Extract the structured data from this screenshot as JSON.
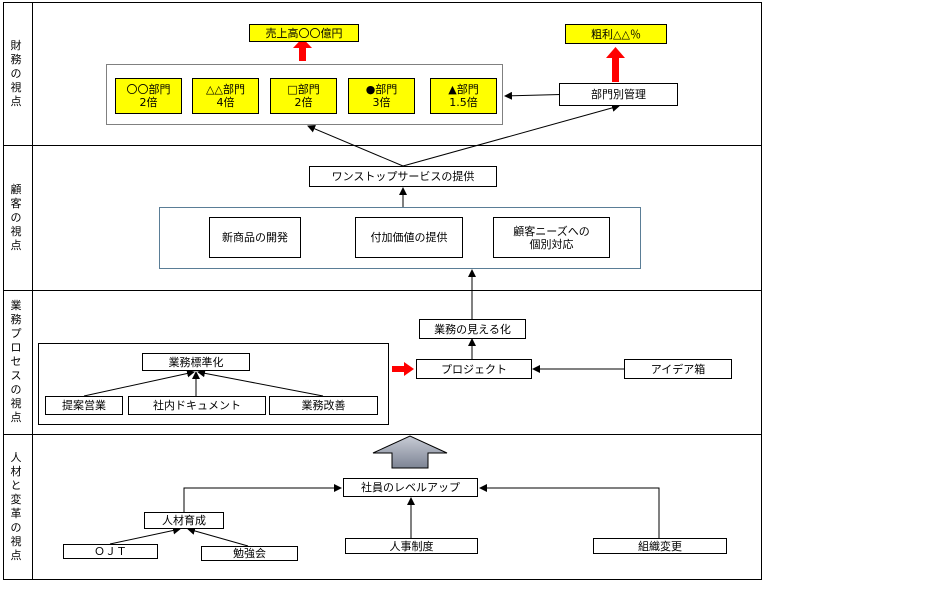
{
  "perspectives": {
    "financial": [
      "財",
      "務",
      "の",
      "視",
      "点"
    ],
    "customer": [
      "顧",
      "客",
      "の",
      "視",
      "点"
    ],
    "process": [
      "業",
      "務",
      "プ",
      "ロ",
      "セ",
      "ス",
      "の",
      "視",
      "点"
    ],
    "learning": [
      "人",
      "材",
      "と",
      "変",
      "革",
      "の",
      "視",
      "点"
    ]
  },
  "financial": {
    "sales_target": "売上高〇〇億円",
    "profit_target": "粗利△△％",
    "departments": [
      {
        "name": "〇〇部門",
        "value": "2倍"
      },
      {
        "name": "△△部門",
        "value": "4倍"
      },
      {
        "name": "□部門",
        "value": "2倍"
      },
      {
        "name": "●部門",
        "value": "3倍"
      },
      {
        "name": "▲部門",
        "value": "1.5倍"
      }
    ],
    "dept_management": "部門別管理"
  },
  "customer": {
    "one_stop": "ワンストップサービスの提供",
    "new_products": "新商品の開発",
    "value_added": "付加価値の提供",
    "needs_line1": "顧客ニーズへの",
    "needs_line2": "個別対応"
  },
  "process": {
    "visualization": "業務の見える化",
    "project": "プロジェクト",
    "idea_box": "アイデア箱",
    "standardization": "業務標準化",
    "proposal_sales": "提案営業",
    "internal_docs": "社内ドキュメント",
    "improvement": "業務改善"
  },
  "learning": {
    "level_up": "社員のレベルアップ",
    "hr_development": "人材育成",
    "ojt": "ＯＪＴ",
    "study_group": "勉強会",
    "hr_system": "人事制度",
    "org_change": "組織変更"
  }
}
